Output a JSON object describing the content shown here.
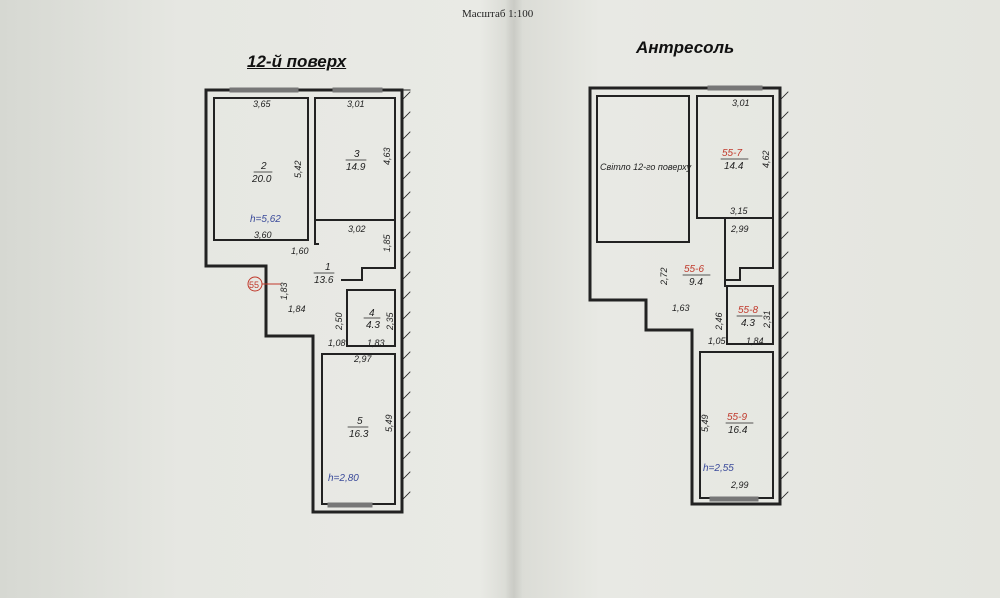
{
  "scale_label": "Масштаб 1:100",
  "floor12": {
    "title": "12-й поверх",
    "height_label": "h=5,62",
    "height_label2": "h=2,80",
    "apartment_marker": "55",
    "dims": [
      "3,65",
      "3,01",
      "5,42",
      "4,63",
      "3,60",
      "3,02",
      "1,60",
      "1,85",
      "1,83",
      "1,84",
      "2,50",
      "2,35",
      "1,83",
      "1,08",
      "2,97",
      "5,49"
    ],
    "rooms": [
      {
        "id": "2",
        "area": "20.0"
      },
      {
        "id": "3",
        "area": "14.9"
      },
      {
        "id": "1",
        "area": "13.6"
      },
      {
        "id": "4",
        "area": "4.3"
      },
      {
        "id": "5",
        "area": "16.3"
      }
    ]
  },
  "mezzanine": {
    "title": "Антресоль",
    "light_label": "Світло 12-го поверху",
    "height_label": "h=2,55",
    "dims": [
      "3,01",
      "4,62",
      "3,15",
      "2,99",
      "2,72",
      "1,63",
      "2,46",
      "2,31",
      "1,05",
      "1,84",
      "5,49",
      "2,99"
    ],
    "rooms": [
      {
        "id": "55-7",
        "area": "14.4"
      },
      {
        "id": "55-6",
        "area": "9.4"
      },
      {
        "id": "55-8",
        "area": "4.3"
      },
      {
        "id": "55-9",
        "area": "16.4"
      }
    ]
  },
  "colors": {
    "ink": "#222222",
    "blue_ink": "#3a4a9a",
    "red_ink": "#c0392b"
  }
}
